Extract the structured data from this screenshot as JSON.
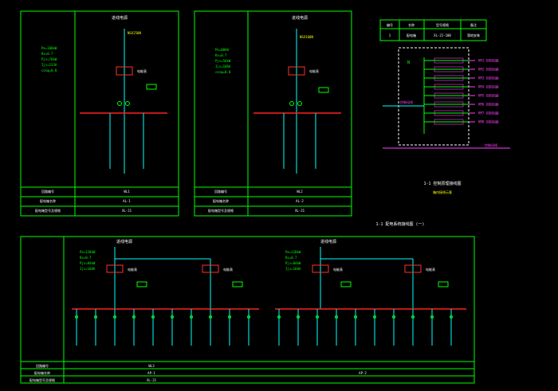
{
  "colors": {
    "background": "#000000",
    "frame": "#00ff00",
    "busbar": "#ff2020",
    "feeder": "#00ffff",
    "symbol": "#ff3030",
    "label_white": "#ffffff",
    "label_yellow": "#ffff00",
    "label_magenta": "#ff40ff",
    "label_green": "#00ff00"
  },
  "panel1": {
    "incoming": "进线电源",
    "params": [
      "Pe=100kW",
      "Kx=0.7",
      "Pjs=70kW",
      "Ijs=133A",
      "cosφ=0.8"
    ],
    "breaker": "NSX250N",
    "meter_box": "电能表",
    "row_label": "回路编号",
    "row_value": "WL1",
    "name_label": "配电箱名称",
    "name_value": "AL-1",
    "footer_label": "配电箱型号及规格",
    "footer_value": "XL-21"
  },
  "panel2": {
    "incoming": "进线电源",
    "params": [
      "Pe=80kW",
      "Kx=0.7",
      "Pjs=56kW",
      "Ijs=106A",
      "cosφ=0.8"
    ],
    "breaker": "NSX160N",
    "meter_box": "电能表",
    "row_label": "回路编号",
    "row_value": "WL2",
    "name_label": "配电箱名称",
    "name_value": "AL-2",
    "footer_label": "配电箱型号及规格",
    "footer_value": "XL-21"
  },
  "legend_table": {
    "headers": [
      "编号",
      "名称",
      "型号规格",
      "备注"
    ],
    "row": [
      "1",
      "配电箱",
      "XL-21-100",
      "落地安装"
    ]
  },
  "control_diagram": {
    "left_label": "N",
    "outputs": [
      "KM1 控制回路",
      "KM2 控制回路",
      "KM3 控制回路",
      "KM4 控制回路",
      "KM5 控制回路",
      "KM6 控制回路",
      "KM7 控制回路",
      "KM8 控制回路"
    ],
    "caption": "1-1 控制原理接线图",
    "note": "箱内接线示意",
    "bus_label": "控制母线"
  },
  "system_caption": "1-1 配电系统接线图 (一)",
  "panel3": {
    "left": {
      "incoming": "进线电源",
      "params": [
        "Pe=120kW",
        "Kx=0.7",
        "Pjs=84kW",
        "Ijs=160A"
      ],
      "meter_box": "电能表"
    },
    "right": {
      "incoming": "进线电源",
      "params": [
        "Pe=120kW",
        "Kx=0.7",
        "Pjs=84kW",
        "Ijs=160A"
      ],
      "meter_box": "电能表"
    },
    "row_label": "回路编号",
    "row_value": "WL3",
    "name_label": "配电箱名称",
    "name_value_left": "AP-1",
    "name_value_right": "AP-2",
    "footer_label": "配电箱型号及规格",
    "footer_value": "XL-21"
  }
}
